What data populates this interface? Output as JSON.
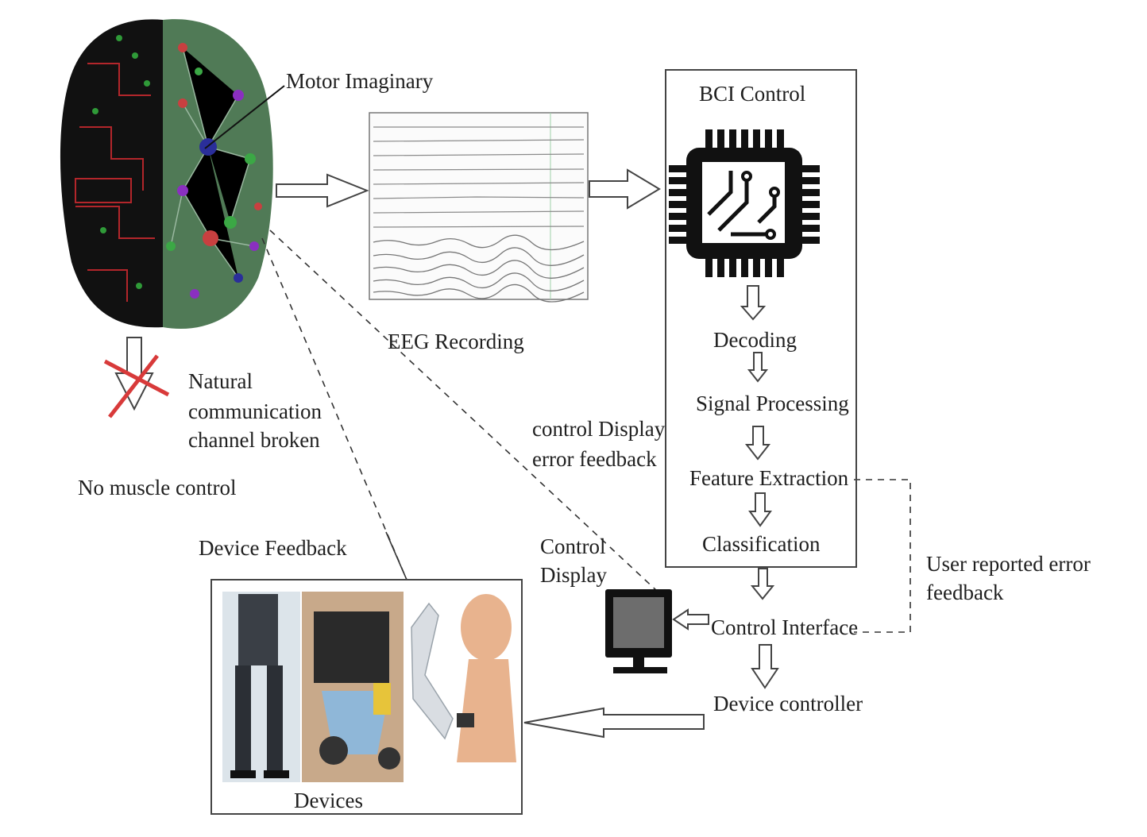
{
  "labels": {
    "motor_imaginary": "Motor Imaginary",
    "eeg_recording": "EEG Recording",
    "bci_control": "BCI Control",
    "decoding": "Decoding",
    "signal_processing": "Signal Processing",
    "feature_extraction": "Feature Extraction",
    "classification": "Classification",
    "natural_line1": "Natural",
    "natural_line2": "communication",
    "natural_line3": "channel broken",
    "no_muscle": "No muscle control",
    "control_display_feedback_line1": "control Display",
    "control_display_feedback_line2": "error feedback",
    "device_feedback": "Device Feedback",
    "control_display_line1": "Control",
    "control_display_line2": "Display",
    "user_reported_line1": "User reported error",
    "user_reported_line2": "feedback",
    "control_interface": "Control Interface",
    "device_controller": "Device controller",
    "devices": "Devices"
  },
  "icons": [
    "brain-icon",
    "cross-icon",
    "chip-icon",
    "monitor-icon",
    "exoskeleton-icon",
    "wheelchair-icon",
    "prosthetic-arm-icon"
  ],
  "colors": {
    "cross": "#d83a3a",
    "brain_left": "#111111",
    "brain_right": "#4f7a55"
  }
}
